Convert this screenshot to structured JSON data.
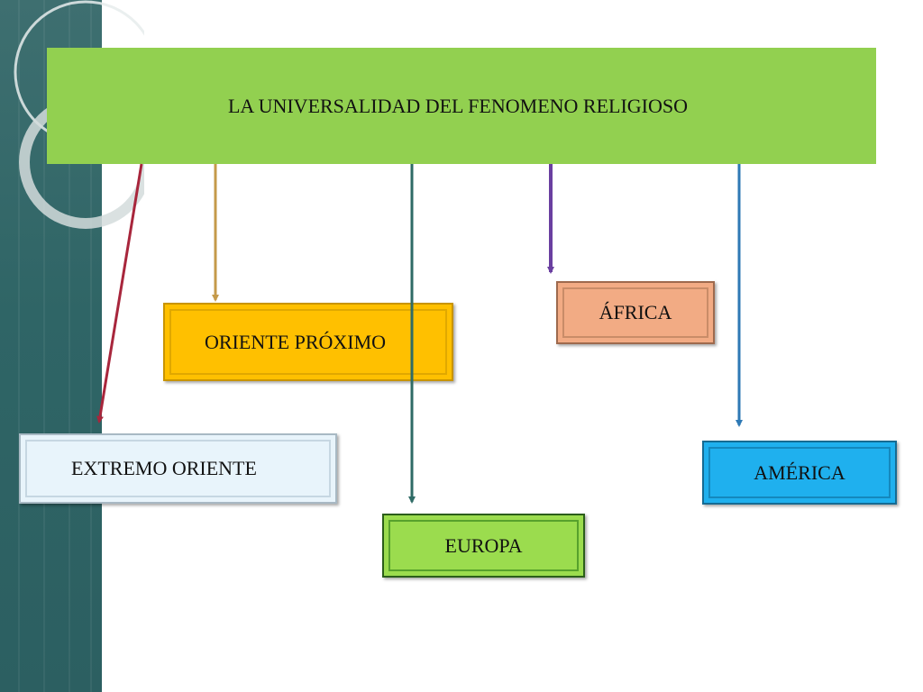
{
  "title": {
    "text": "LA UNIVERSALIDAD DEL FENOMENO RELIGIOSO",
    "background": "#92d050"
  },
  "nodes": {
    "oriente_proximo": {
      "label": "ORIENTE PRÓXIMO",
      "color": "#ffc000"
    },
    "africa": {
      "label": "ÁFRICA",
      "color": "#f2ab84"
    },
    "extremo_oriente": {
      "label": "EXTREMO ORIENTE",
      "color": "#e8f4fb"
    },
    "america": {
      "label": "AMÉRICA",
      "color": "#1fb0ee"
    },
    "europa": {
      "label": "EUROPA",
      "color": "#9bdc4e"
    }
  },
  "arrow_colors": {
    "extremo_oriente": "#a8263c",
    "oriente_proximo": "#c59a4a",
    "europa": "#2f6b66",
    "africa": "#6a3fa0",
    "america": "#2e79b5"
  },
  "sidebar_color": "#2f6566"
}
